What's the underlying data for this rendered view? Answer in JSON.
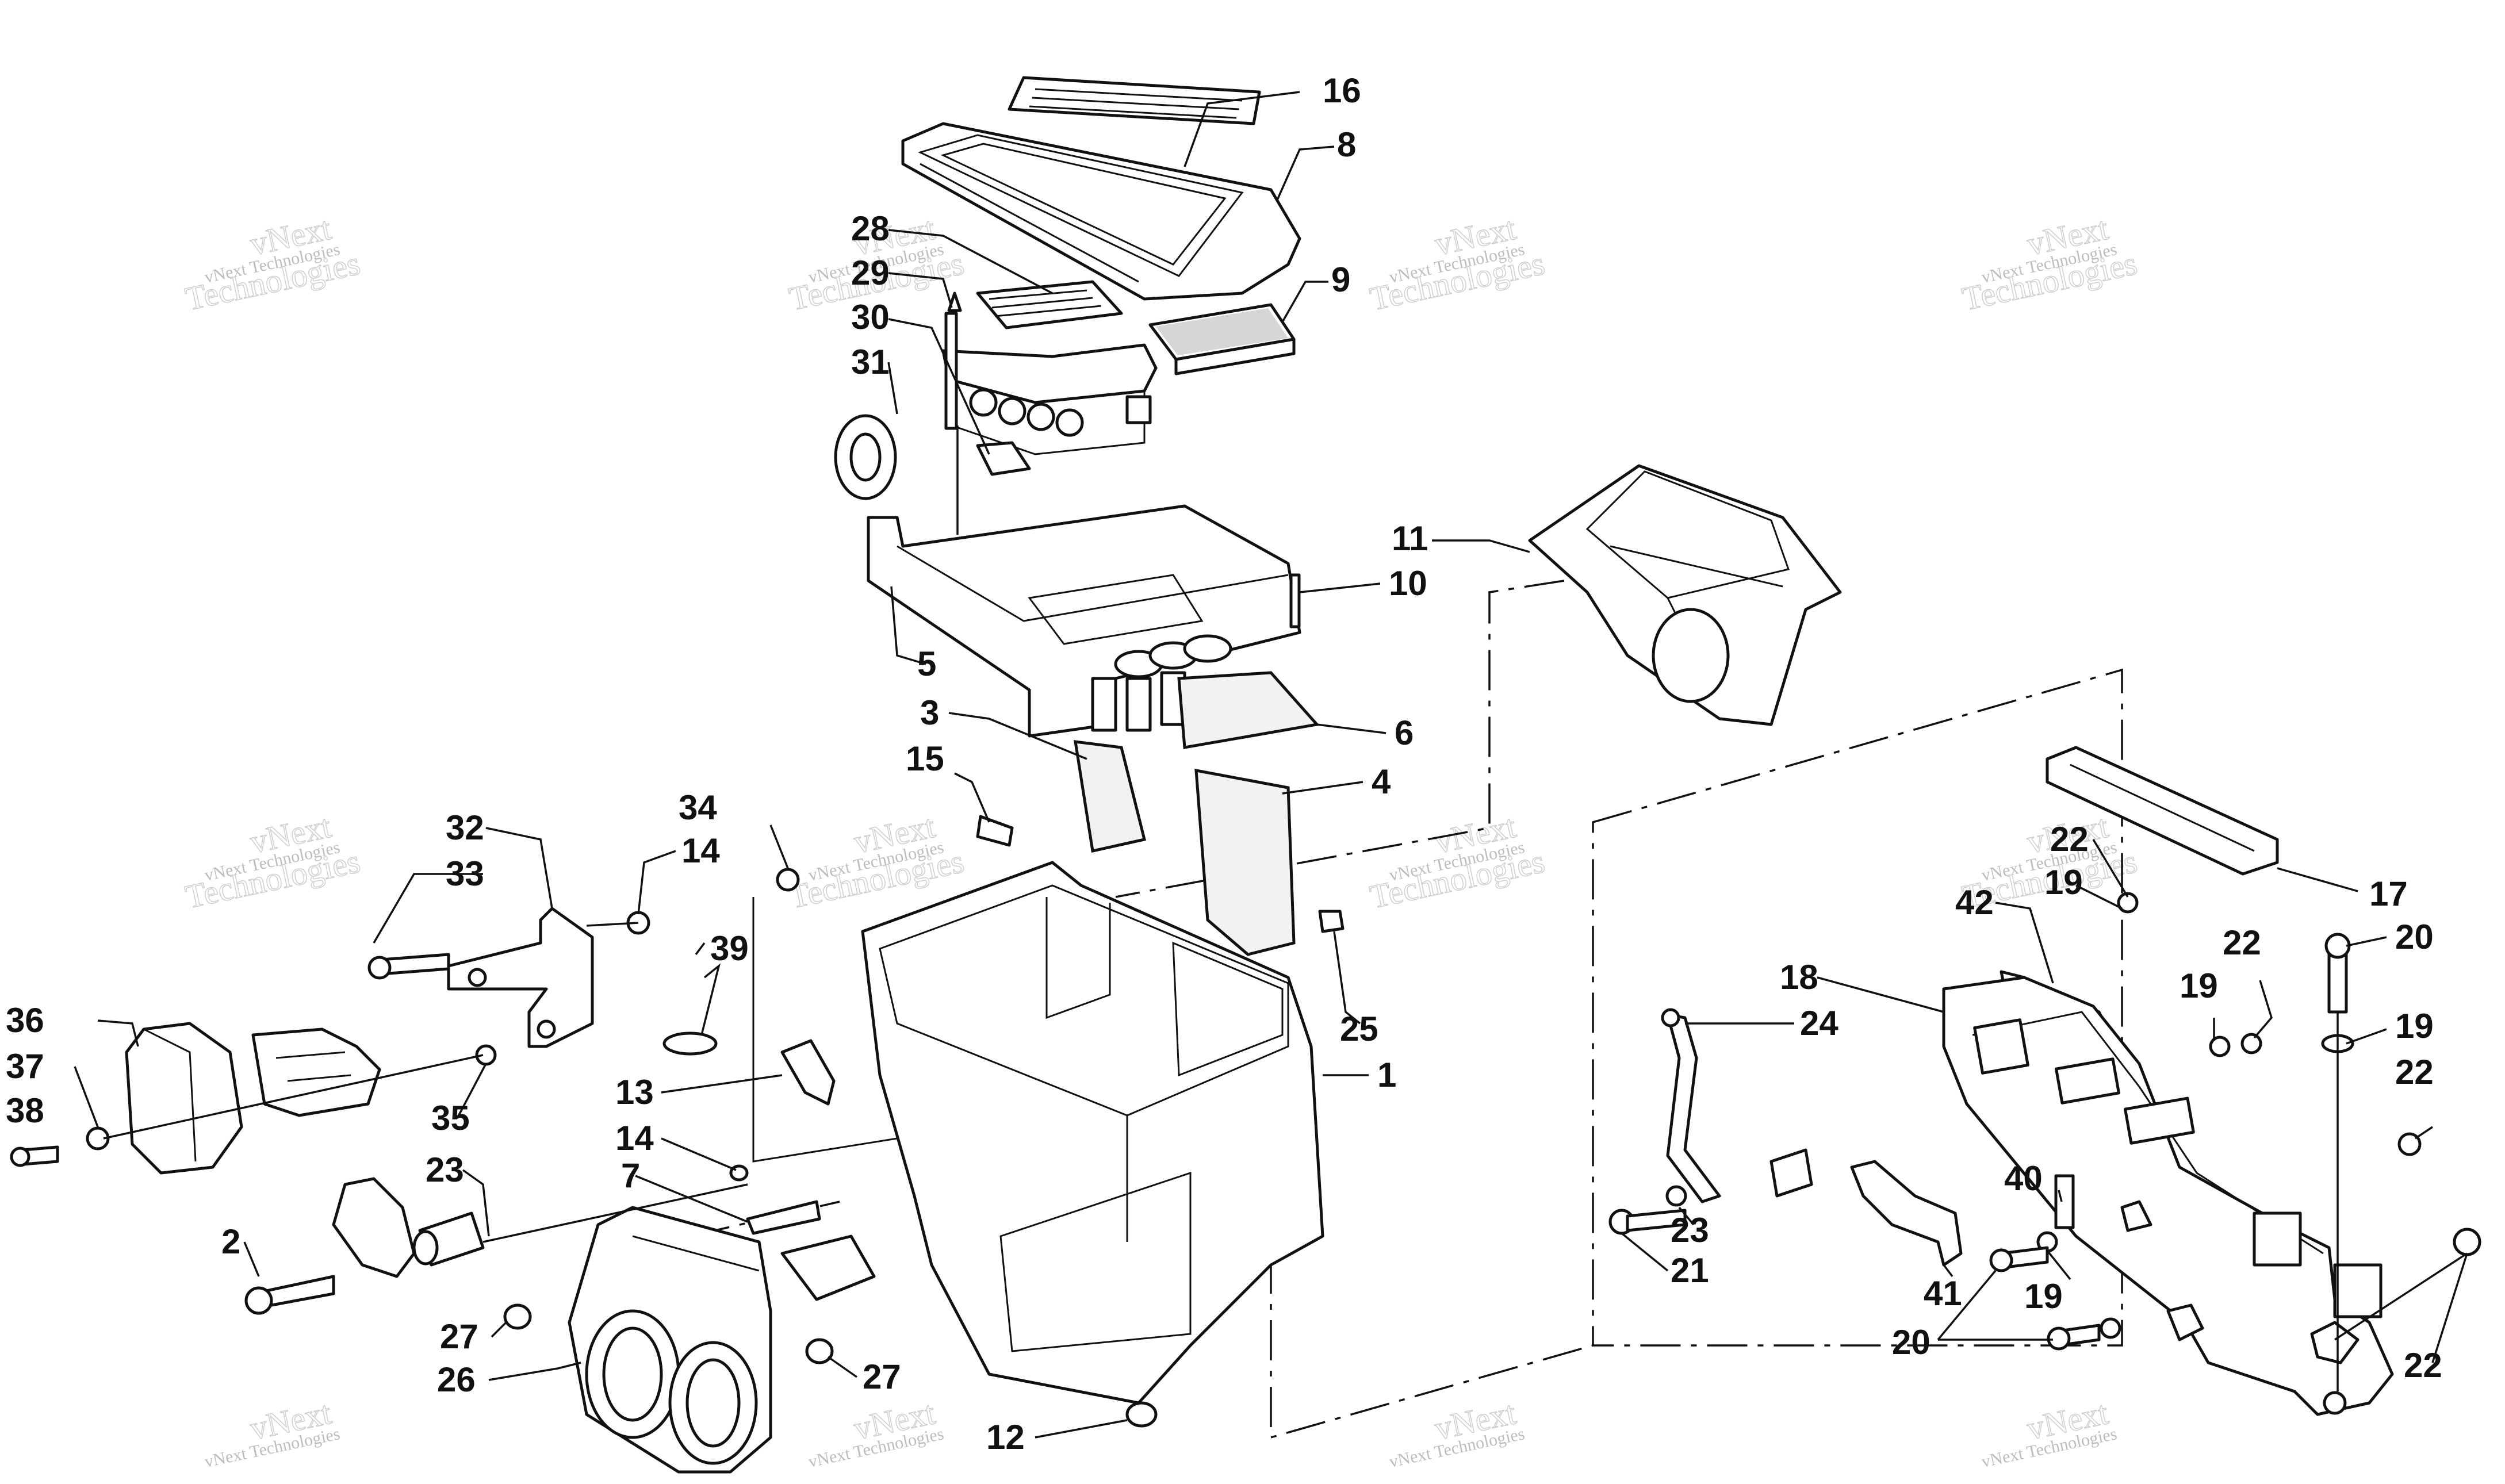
{
  "watermark": {
    "line1": "vNext Technologies",
    "line2": "vNext",
    "line3": "Technologies"
  },
  "callouts": [
    {
      "id": "c16a",
      "label": "16"
    },
    {
      "id": "c8",
      "label": "8"
    },
    {
      "id": "c9",
      "label": "9"
    },
    {
      "id": "c28",
      "label": "28"
    },
    {
      "id": "c29",
      "label": "29"
    },
    {
      "id": "c30",
      "label": "30"
    },
    {
      "id": "c31",
      "label": "31"
    },
    {
      "id": "c11",
      "label": "11"
    },
    {
      "id": "c10",
      "label": "10"
    },
    {
      "id": "c5",
      "label": "5"
    },
    {
      "id": "c6",
      "label": "6"
    },
    {
      "id": "c3",
      "label": "3"
    },
    {
      "id": "c4",
      "label": "4"
    },
    {
      "id": "c15",
      "label": "15"
    },
    {
      "id": "c34",
      "label": "34"
    },
    {
      "id": "c14a",
      "label": "14"
    },
    {
      "id": "c32",
      "label": "32"
    },
    {
      "id": "c33",
      "label": "33"
    },
    {
      "id": "c39",
      "label": "39"
    },
    {
      "id": "c36",
      "label": "36"
    },
    {
      "id": "c37",
      "label": "37"
    },
    {
      "id": "c38",
      "label": "38"
    },
    {
      "id": "c35",
      "label": "35"
    },
    {
      "id": "c13",
      "label": "13"
    },
    {
      "id": "c14b",
      "label": "14"
    },
    {
      "id": "c7",
      "label": "7"
    },
    {
      "id": "c23a",
      "label": "23"
    },
    {
      "id": "c2",
      "label": "2"
    },
    {
      "id": "c27a",
      "label": "27"
    },
    {
      "id": "c26",
      "label": "26"
    },
    {
      "id": "c27b",
      "label": "27"
    },
    {
      "id": "c12",
      "label": "12"
    },
    {
      "id": "c1",
      "label": "1"
    },
    {
      "id": "c25",
      "label": "25"
    },
    {
      "id": "c17",
      "label": "17"
    },
    {
      "id": "c22a",
      "label": "22"
    },
    {
      "id": "c19a",
      "label": "19"
    },
    {
      "id": "c42",
      "label": "42"
    },
    {
      "id": "c18",
      "label": "18"
    },
    {
      "id": "c24",
      "label": "24"
    },
    {
      "id": "c22b",
      "label": "22"
    },
    {
      "id": "c19b",
      "label": "19"
    },
    {
      "id": "c20a",
      "label": "20"
    },
    {
      "id": "c19c",
      "label": "19"
    },
    {
      "id": "c22c",
      "label": "22"
    },
    {
      "id": "c40",
      "label": "40"
    },
    {
      "id": "c23b",
      "label": "23"
    },
    {
      "id": "c21",
      "label": "21"
    },
    {
      "id": "c41",
      "label": "41"
    },
    {
      "id": "c19d",
      "label": "19"
    },
    {
      "id": "c20b",
      "label": "20"
    },
    {
      "id": "c22d",
      "label": "22"
    }
  ]
}
